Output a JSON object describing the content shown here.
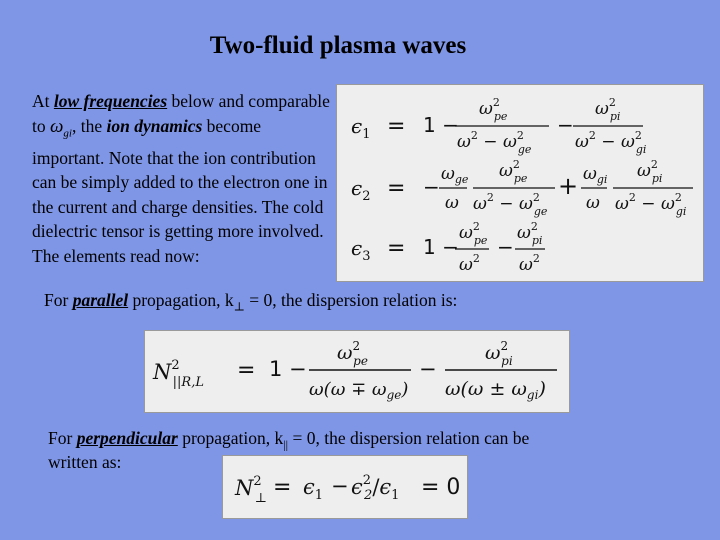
{
  "title": "Two-fluid plasma waves",
  "intro": {
    "t1": "At ",
    "em1": "low frequencies",
    "t2": " below and comparable to ",
    "omega": "ω",
    "omega_sub": "gi",
    "t3": ", the ",
    "em2": "ion dynamics",
    "t4": " become important. Note that the ion contribution can be simply added to the electron one in the current and charge densities. The cold dielectric tensor is getting more involved. The elements read now:"
  },
  "parallel_line": {
    "pre": "For ",
    "em": "parallel",
    "mid": " propagation, k",
    "sub": "⊥",
    "post": " = 0, the dispersion relation is:"
  },
  "perp_line": {
    "pre": "For ",
    "em": "perpendicular",
    "mid": " propagation, k",
    "sub": "||",
    "post": " = 0, the dispersion relation can be",
    "line2": "written as:"
  },
  "equations": {
    "eps1": "ϵ1 = 1 − ω²pe/(ω² − ω²ge) − ω²pi/(ω² − ω²gi)",
    "eps2": "ϵ2 = −(ωge/ω)·ω²pe/(ω² − ω²ge) + (ωgi/ω)·ω²pi/(ω² − ω²gi)",
    "eps3": "ϵ3 = 1 − ω²pe/ω² − ω²pi/ω²",
    "parallel": "N²||R,L = 1 − ω²pe/(ω(ω ∓ ωge)) − ω²pi/(ω(ω ± ωgi))",
    "perpendicular": "N²⊥ = ϵ1 − ϵ²2/ϵ1 = 0"
  }
}
